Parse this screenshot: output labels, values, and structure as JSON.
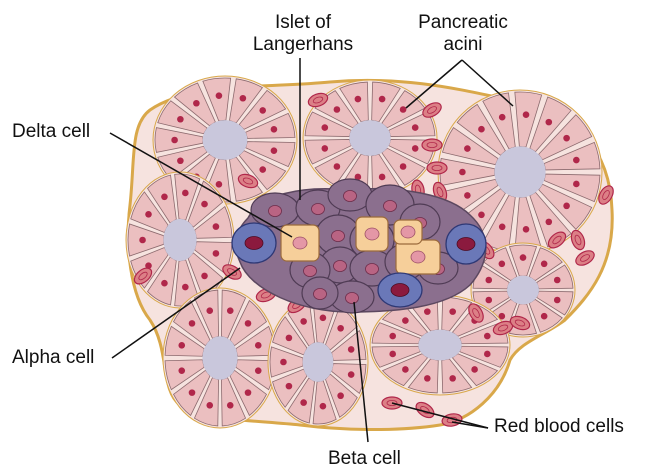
{
  "labels": {
    "islet_line1": "Islet of",
    "islet_line2": "Langerhans",
    "acini_line1": "Pancreatic",
    "acini_line2": "acini",
    "delta": "Delta cell",
    "alpha": "Alpha cell",
    "beta": "Beta cell",
    "rbc": "Red blood cells"
  },
  "colors": {
    "background": "#ffffff",
    "tissue_border": "#d9a84a",
    "tissue_fill": "#f6e3df",
    "acinar_cell": "#ebbfc0",
    "acinar_cell_edge": "#8c6a6e",
    "lumen": "#c9c7dc",
    "nucleus": "#b0274a",
    "beta_cell": "#8b6f8e",
    "beta_nucleus": "#b96483",
    "delta_cell": "#f6cf9a",
    "delta_nucleus": "#e497a6",
    "alpha_cell": "#6a78b8",
    "alpha_nucleus": "#8b1a3e",
    "red_blood_cell": "#dc7f86"
  }
}
